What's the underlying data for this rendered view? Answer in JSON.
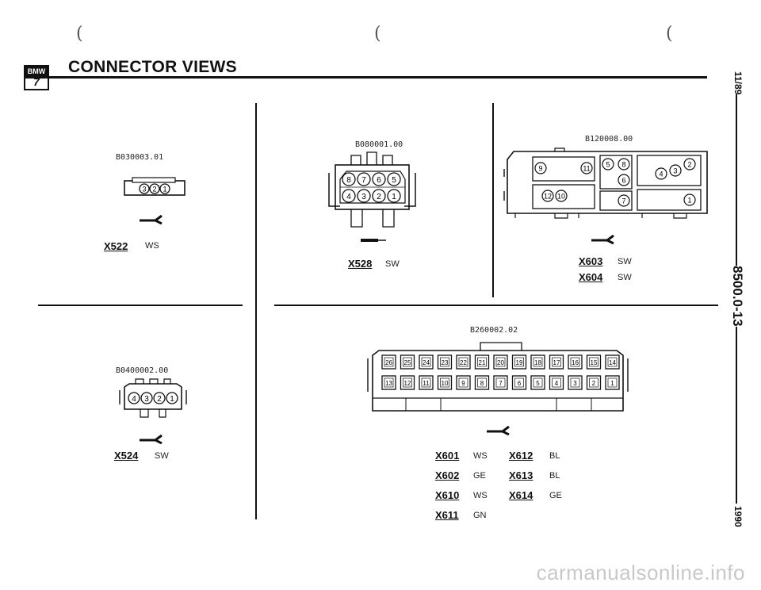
{
  "header": {
    "logo_brand": "BMW",
    "logo_series": "7",
    "title": "CONNECTOR VIEWS"
  },
  "side_labels": {
    "date": "11/89",
    "page": "8500.0-13",
    "year": "1990"
  },
  "connectors": {
    "x522": {
      "drawing_code": "B030003.01",
      "id": "X522",
      "color": "WS",
      "pins": [
        "3",
        "2",
        "1"
      ]
    },
    "x524": {
      "drawing_code": "B0400002.00",
      "id": "X524",
      "color": "SW",
      "pins": [
        "4",
        "3",
        "2",
        "1"
      ]
    },
    "x528": {
      "drawing_code": "B080001.00",
      "id": "X528",
      "color": "SW",
      "pins_top": [
        "8",
        "7",
        "6",
        "5"
      ],
      "pins_bottom": [
        "4",
        "3",
        "2",
        "1"
      ]
    },
    "x603_604": {
      "drawing_code": "B120008.00",
      "rows": [
        {
          "id": "X603",
          "color": "SW"
        },
        {
          "id": "X604",
          "color": "SW"
        }
      ],
      "pins": [
        "9",
        "11",
        "5",
        "8",
        "6",
        "4",
        "3",
        "2",
        "12",
        "10",
        "7",
        "1"
      ]
    },
    "x6xx": {
      "drawing_code": "B260002.02",
      "pins_top": [
        "26",
        "25",
        "24",
        "23",
        "22",
        "21",
        "20",
        "19",
        "18",
        "17",
        "16",
        "15",
        "14"
      ],
      "pins_bottom": [
        "13",
        "12",
        "11",
        "10",
        "9",
        "8",
        "7",
        "6",
        "5",
        "4",
        "3",
        "2",
        "1"
      ],
      "rows": [
        {
          "id_a": "X601",
          "color_a": "WS",
          "id_b": "X612",
          "color_b": "BL"
        },
        {
          "id_a": "X602",
          "color_a": "GE",
          "id_b": "X613",
          "color_b": "BL"
        },
        {
          "id_a": "X610",
          "color_a": "WS",
          "id_b": "X614",
          "color_b": "GE"
        },
        {
          "id_a": "X611",
          "color_a": "GN"
        }
      ]
    }
  },
  "watermark": "carmanualsonline.info",
  "colors": {
    "ink": "#111111",
    "watermark": "#c8c8c8"
  }
}
